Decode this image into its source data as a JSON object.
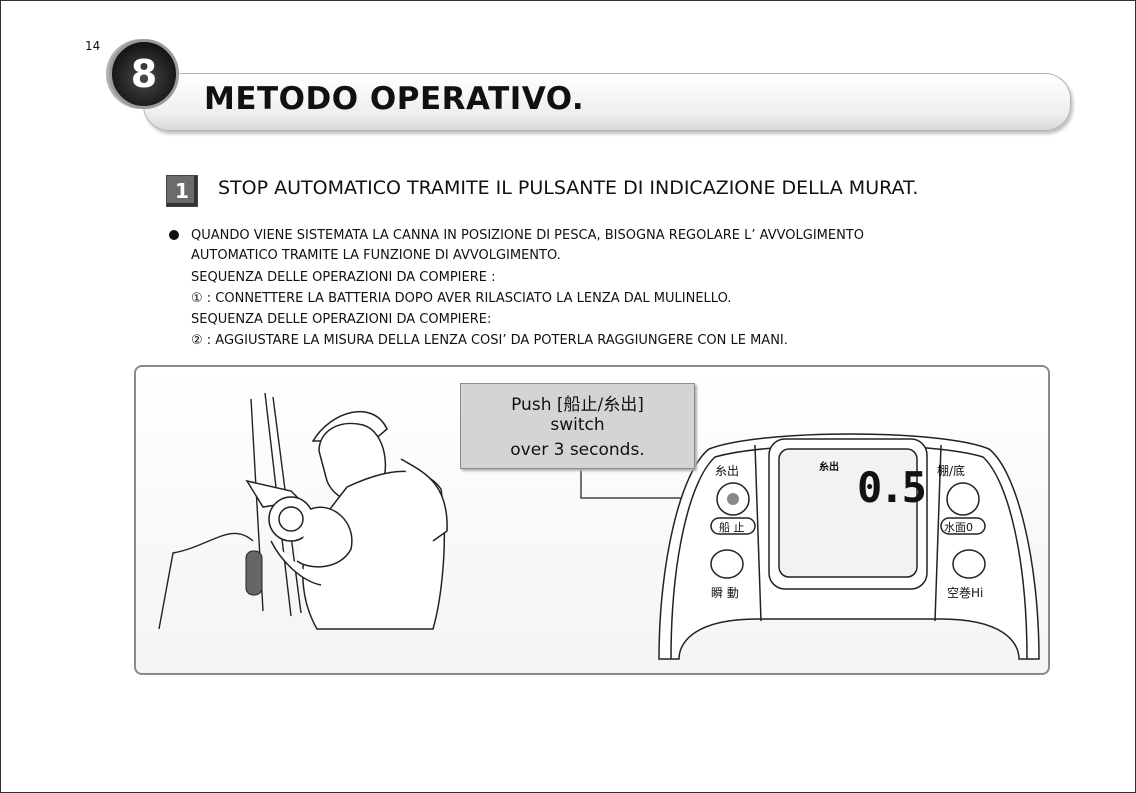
{
  "page_number": "14",
  "chapter": {
    "number": "8",
    "title": "METODO OPERATIVO."
  },
  "section": {
    "number": "1",
    "title": "STOP AUTOMATICO TRAMITE IL PULSANTE DI INDICAZIONE DELLA MURAT."
  },
  "body": {
    "line1": "QUANDO VIENE SISTEMATA LA CANNA IN POSIZIONE DI PESCA, BISOGNA REGOLARE L’ AVVOLGIMENTO",
    "line2": "AUTOMATICO TRAMITE LA FUNZIONE DI AVVOLGIMENTO.",
    "line3": "SEQUENZA DELLE OPERAZIONI DA COMPIERE :",
    "line4": "① : CONNETTERE LA BATTERIA DOPO AVER RILASCIATO LA LENZA DAL MULINELLO.",
    "line5": "SEQUENZA DELLE OPERAZIONI DA COMPIERE:",
    "line6": "② : AGGIUSTARE LA MISURA DELLA LENZA COSI’ DA POTERLA RAGGIUNGERE CON LE MANI."
  },
  "callout": {
    "line1": "Push [船止/糸出]",
    "line2": "switch",
    "line3": "over 3 seconds."
  },
  "panel": {
    "top_left_label": "糸出",
    "stop_button_label": "船 止",
    "bottom_left_label": "瞬 動",
    "screen_label": "糸出",
    "readout": "0.5",
    "top_right_label": "棚/底",
    "mid_right_label": "水面0",
    "bottom_right_label": "空巻Hi"
  }
}
